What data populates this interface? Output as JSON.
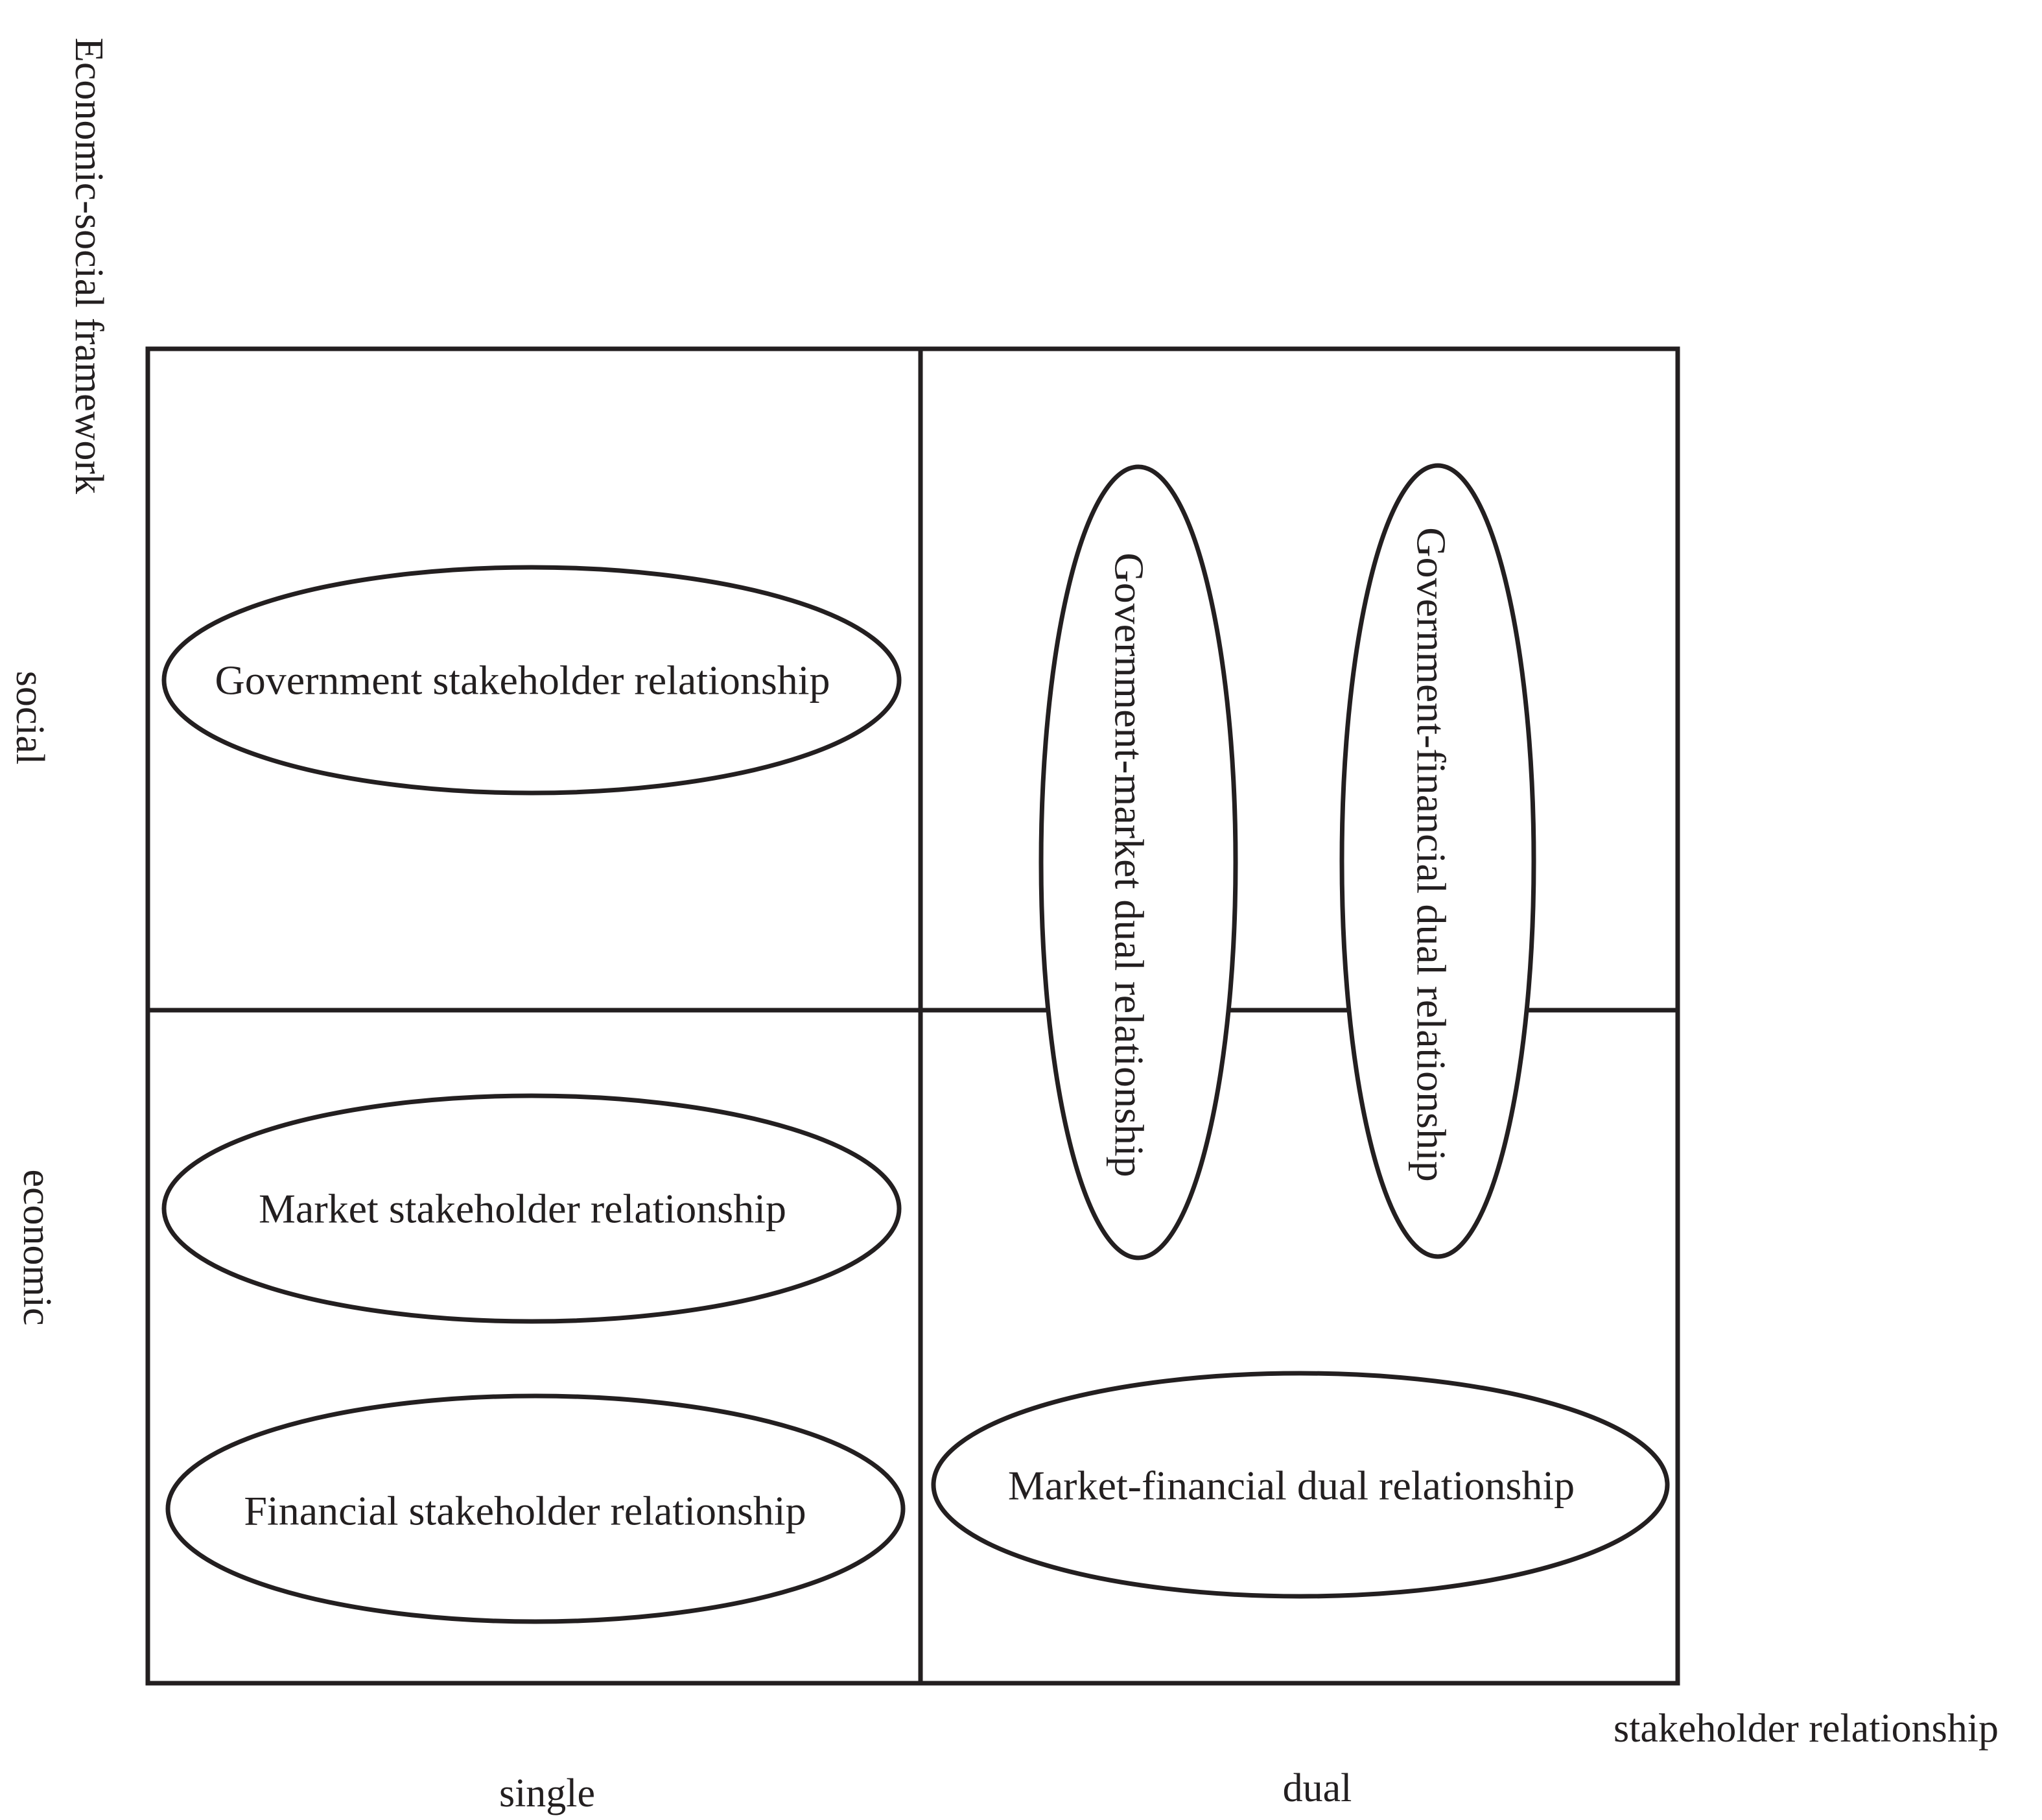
{
  "y_axis": {
    "title": "Economic-social framework",
    "levels": [
      "social",
      "economic"
    ]
  },
  "x_axis": {
    "title": "stakeholder relationship",
    "levels": [
      "single",
      "dual"
    ]
  },
  "relationships": {
    "government": "Government stakeholder relationship",
    "market": "Market stakeholder relationship",
    "financial": "Financial stakeholder relationship",
    "government_market": "Government-market dual relationship",
    "government_financial": "Government-financial dual relationship",
    "market_financial": "Market-financial dual relationship"
  },
  "colors": {
    "ink": "#231f20",
    "background": "#ffffff"
  }
}
